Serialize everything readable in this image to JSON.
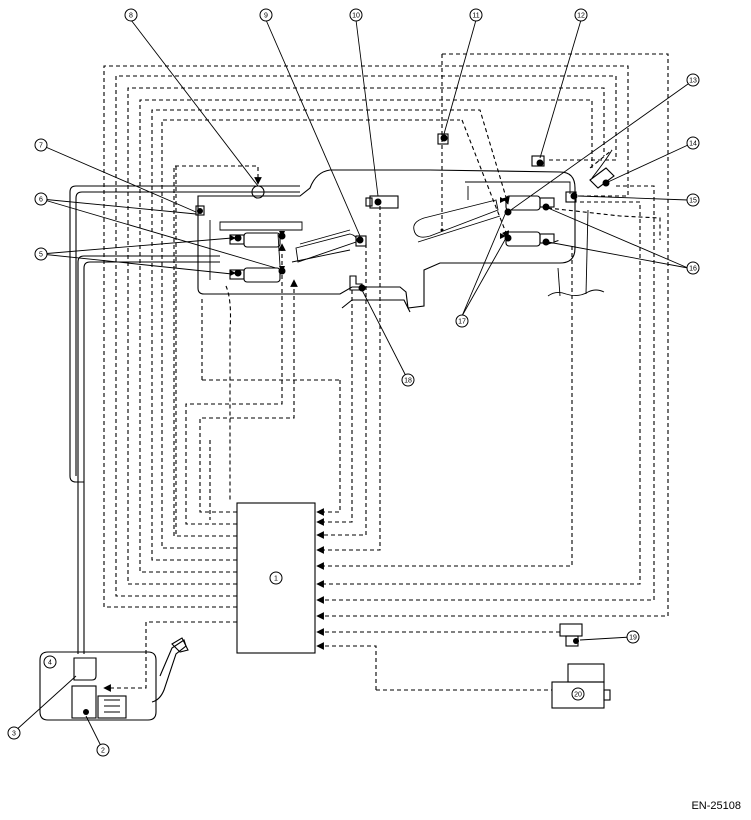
{
  "figure_code": "EN-25108",
  "callouts": {
    "c1": "1",
    "c2": "2",
    "c3": "3",
    "c4": "4",
    "c5": "5",
    "c6": "6",
    "c7": "7",
    "c8": "8",
    "c9": "9",
    "c10": "10",
    "c11": "11",
    "c12": "12",
    "c13": "13",
    "c14": "14",
    "c15": "15",
    "c16": "16",
    "c17": "17",
    "c18": "18",
    "c19": "19",
    "c20": "20"
  }
}
